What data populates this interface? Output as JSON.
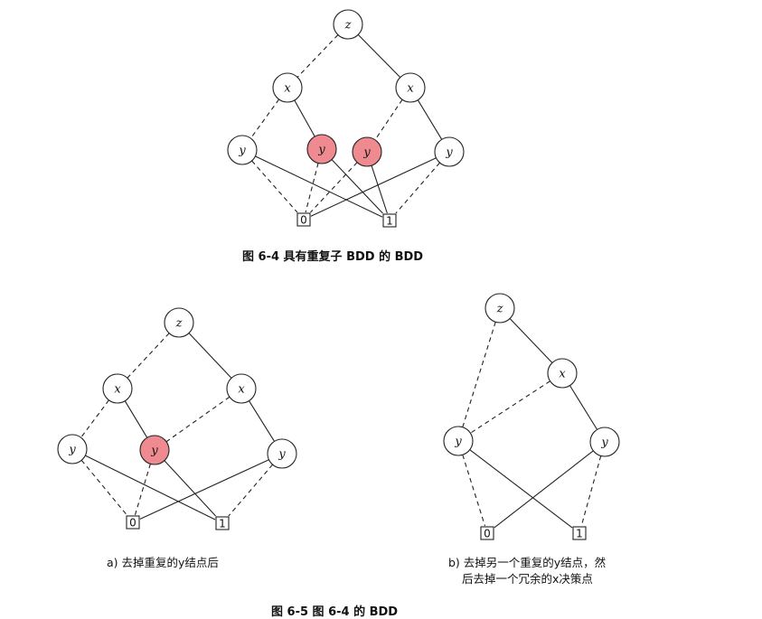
{
  "colors": {
    "highlight": "#ee8a90",
    "stroke": "#222222",
    "background": "#ffffff"
  },
  "figure1": {
    "caption": "图 6-4    具有重复子 BDD 的 BDD",
    "nodes": {
      "z": "z",
      "x1": "x",
      "x2": "x",
      "y1": "y",
      "y2": "y",
      "y3": "y",
      "y4": "y",
      "t0": "0",
      "t1": "1"
    }
  },
  "figure2a": {
    "subcaption": "a) 去掉重复的y结点后",
    "nodes": {
      "z": "z",
      "x1": "x",
      "x2": "x",
      "y1": "y",
      "y2": "y",
      "y3": "y",
      "t0": "0",
      "t1": "1"
    }
  },
  "figure2b": {
    "subcaption_line1": "b) 去掉另一个重复的y结点，然",
    "subcaption_line2": "后去掉一个冗余的x决策点",
    "nodes": {
      "z": "z",
      "x": "x",
      "y1": "y",
      "y2": "y",
      "t0": "0",
      "t1": "1"
    }
  },
  "figure2_caption": "图 6-5    图 6-4 的 BDD"
}
